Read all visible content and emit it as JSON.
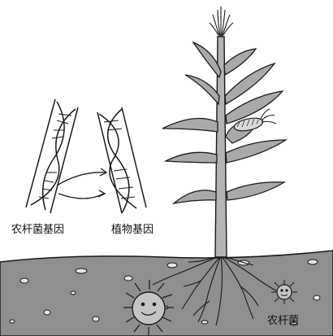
{
  "labels": {
    "agrobacterium_gene": "农杆菌基因",
    "plant_gene": "植物基因",
    "agrobacterium": "农杆菌"
  },
  "colors": {
    "soil": "#8f8f8f",
    "leaf": "#a9a9a9",
    "stem": "#b4b4b4",
    "outline": "#1a1a1a",
    "corn": "#d9d9d9"
  }
}
